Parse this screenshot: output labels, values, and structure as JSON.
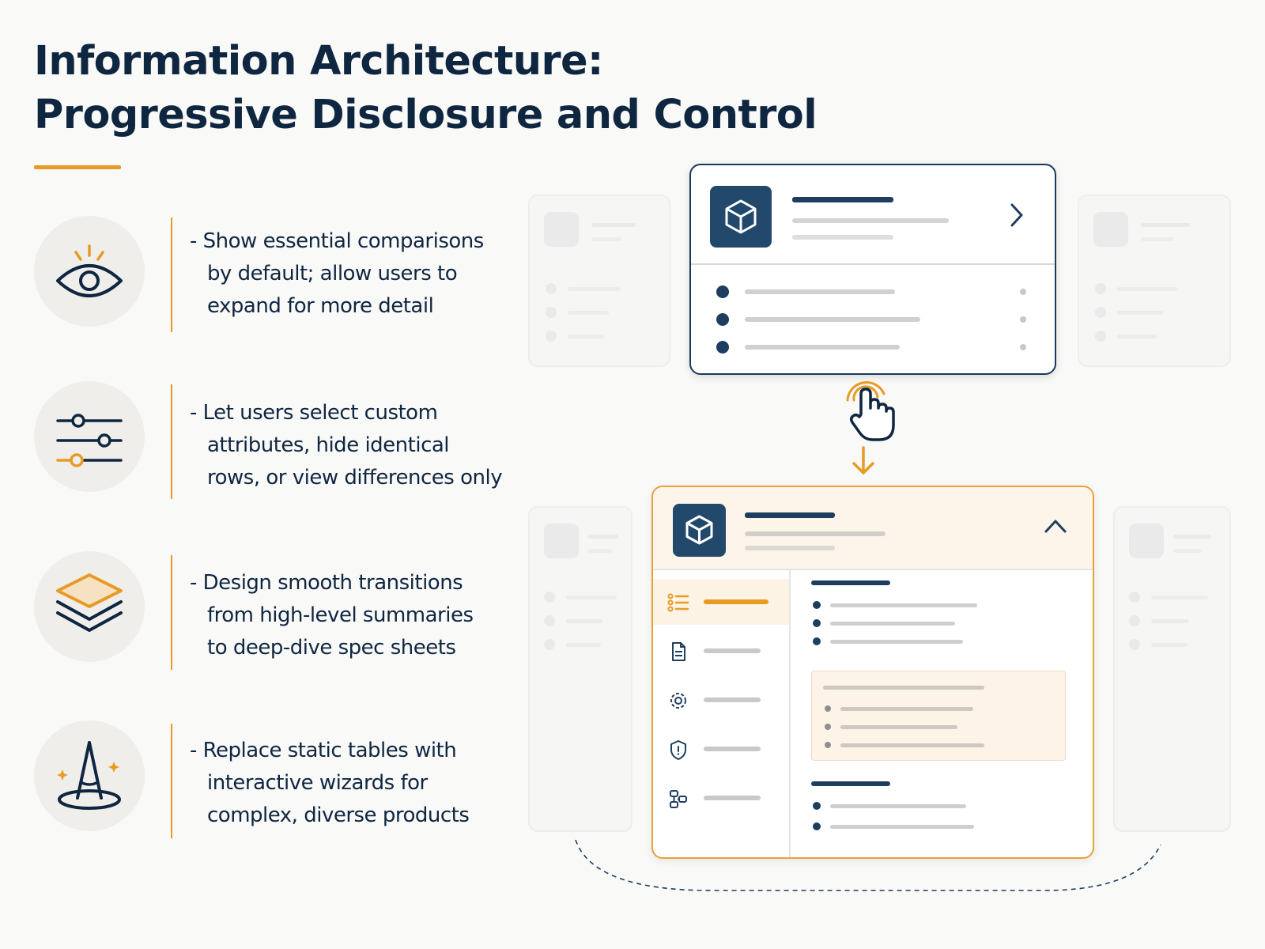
{
  "title": {
    "line1": "Information Architecture:",
    "line2": "Progressive Disclosure and Control"
  },
  "features": [
    {
      "icon": "eye-icon",
      "lines": [
        "- Show essential comparisons",
        "by default; allow users to",
        "expand for more detail"
      ]
    },
    {
      "icon": "sliders-icon",
      "lines": [
        "- Let users select custom",
        "attributes, hide identical",
        "rows, or view differences only"
      ]
    },
    {
      "icon": "layers-icon",
      "lines": [
        "- Design smooth transitions",
        "from high-level summaries",
        "to deep-dive spec sheets"
      ]
    },
    {
      "icon": "wizard-hat-icon",
      "lines": [
        "- Replace static tables with",
        "interactive wizards for",
        "complex, diverse products"
      ]
    }
  ],
  "diagram": {
    "collapsed_card": {
      "icon": "cube-icon",
      "action_icon": "chevron-right-icon"
    },
    "tap_icon": "hand-tap-icon",
    "arrow_icon": "arrow-down-icon",
    "expanded_card": {
      "icon": "cube-icon",
      "action_icon": "chevron-up-icon",
      "sidebar_icons": [
        "list-icon",
        "document-icon",
        "gear-icon",
        "shield-icon",
        "flowchart-icon"
      ]
    }
  },
  "colors": {
    "navy": "#0f2640",
    "accent": "#e79b25",
    "icon_tile": "#22496b",
    "highlight": "#fdf5ea"
  }
}
